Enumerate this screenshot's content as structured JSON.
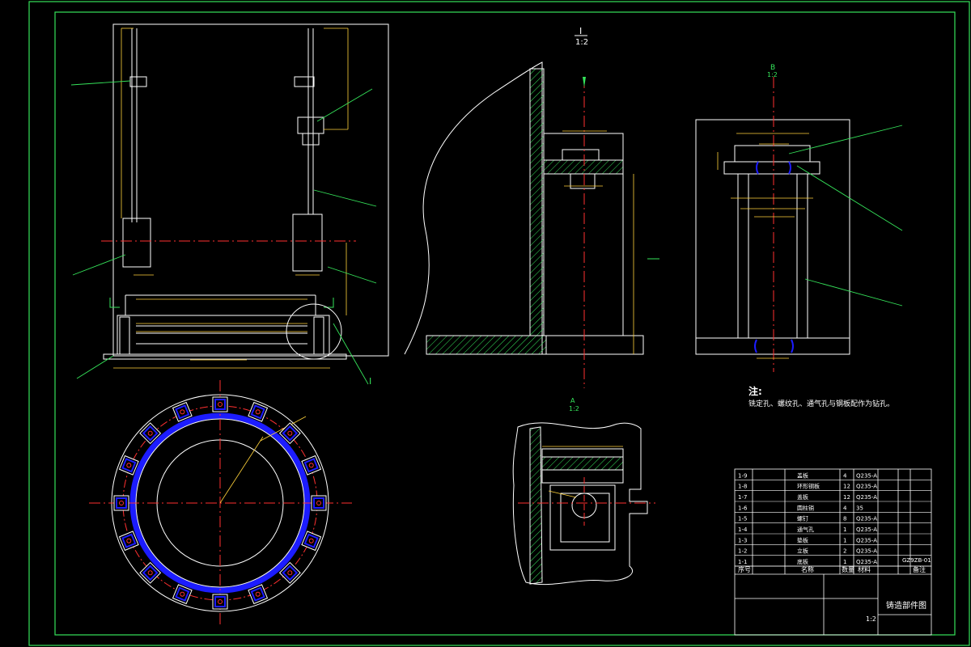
{
  "drawing": {
    "detail_label": "I",
    "detail_scale": "1:2",
    "section_b_label": "B",
    "section_b_scale": "1:2",
    "view_a_label": "A",
    "view_a_scale": "1:2",
    "callout_i": "I",
    "note_title": "注:",
    "note_text": "铣定孔、螺纹孔、通气孔与钢板配作为钻孔。"
  },
  "title_block": {
    "title": "铸造部件图",
    "drawing_no": "GZ9ZB-01",
    "scale": "1:2",
    "parts": [
      {
        "no": "1-9",
        "name": "盖板",
        "qty": "4",
        "material": "Q235-A"
      },
      {
        "no": "1-8",
        "name": "环形钢板",
        "qty": "12",
        "material": "Q235-A"
      },
      {
        "no": "1-7",
        "name": "盖板",
        "qty": "12",
        "material": "Q235-A"
      },
      {
        "no": "1-6",
        "name": "圆柱销",
        "qty": "4",
        "material": "35"
      },
      {
        "no": "1-5",
        "name": "螺钉",
        "qty": "8",
        "material": "Q235-A"
      },
      {
        "no": "1-4",
        "name": "通气孔",
        "qty": "1",
        "material": "Q235-A"
      },
      {
        "no": "1-3",
        "name": "垫板",
        "qty": "1",
        "material": "Q235-A"
      },
      {
        "no": "1-2",
        "name": "立板",
        "qty": "2",
        "material": "Q235-A"
      },
      {
        "no": "1-1",
        "name": "底板",
        "qty": "1",
        "material": "Q235-A"
      }
    ],
    "header_no": "序号",
    "header_name": "名称",
    "header_qty": "数量",
    "header_material": "材料",
    "header_note": "备注"
  },
  "colors": {
    "frame": "#35e35a",
    "geometry": "#ffffff",
    "dimension": "#ffd23a",
    "centerline": "#ff3030",
    "hatch": "#35e35a",
    "fill_blue": "#1c1cff",
    "leader": "#35e35a"
  }
}
